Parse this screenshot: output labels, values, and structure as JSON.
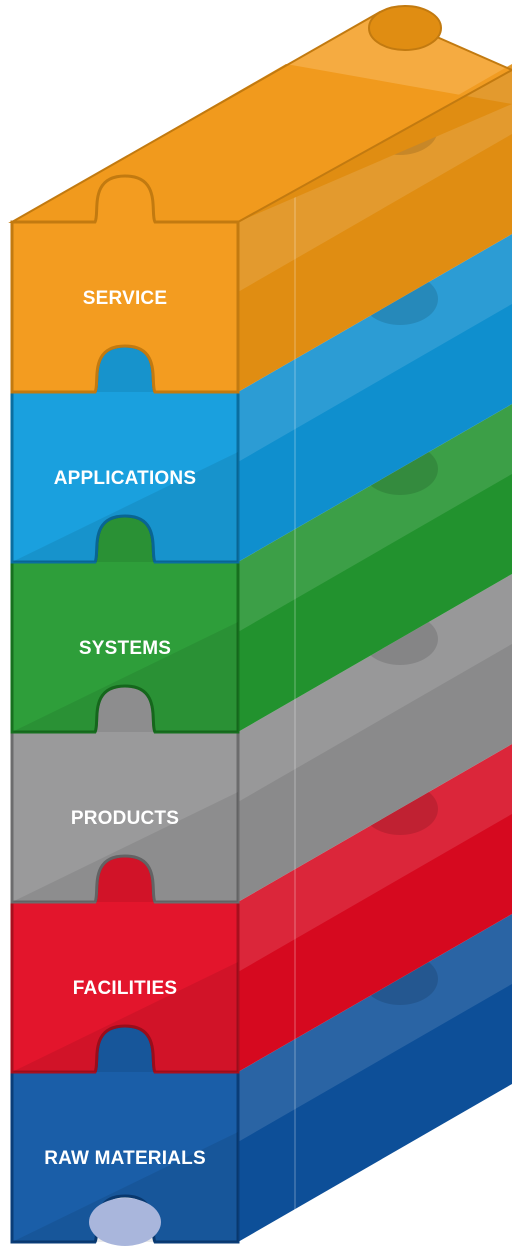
{
  "layers": [
    {
      "label": "SERVICE",
      "color": "#f39c20",
      "dark": "#e08d12",
      "edge": "#c27a10"
    },
    {
      "label": "APPLICATIONS",
      "color": "#1aa0de",
      "dark": "#0f8fce",
      "edge": "#0a6ea0"
    },
    {
      "label": "SYSTEMS",
      "color": "#2e9e3a",
      "dark": "#22922e",
      "edge": "#17701f"
    },
    {
      "label": "PRODUCTS",
      "color": "#9a9a9b",
      "dark": "#8a8a8b",
      "edge": "#6c6c6d"
    },
    {
      "label": "FACILITIES",
      "color": "#e3152c",
      "dark": "#d6091f",
      "edge": "#a80f1e"
    },
    {
      "label": "RAW MATERIALS",
      "color": "#1a5ea8",
      "dark": "#0d4f98",
      "edge": "#0a3d78"
    }
  ]
}
